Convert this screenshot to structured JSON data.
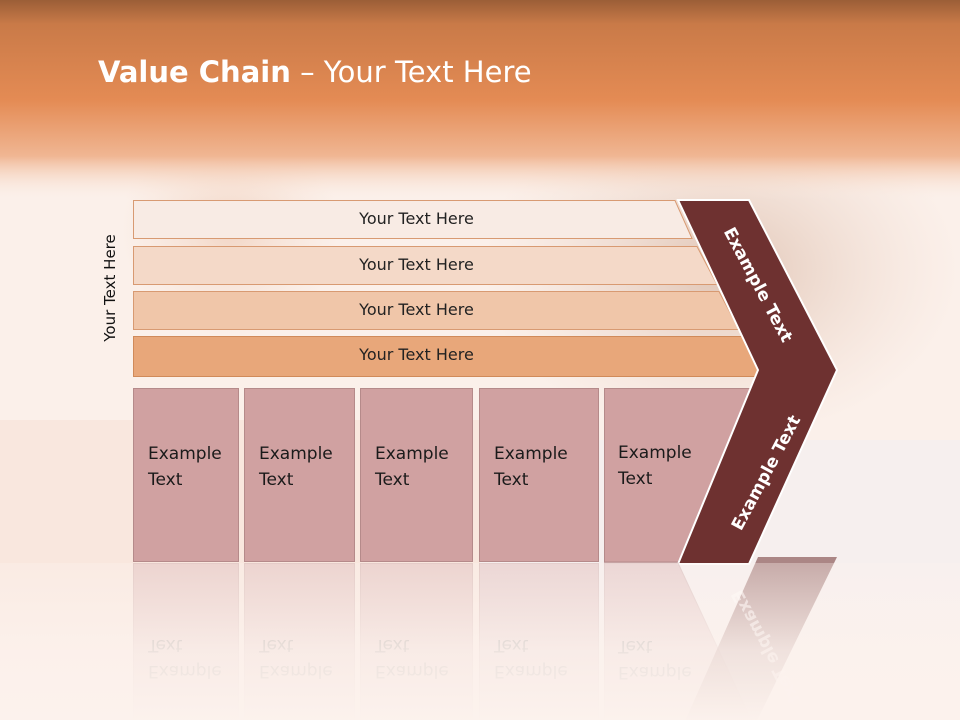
{
  "title": {
    "bold": "Value Chain",
    "rest": " – Your Text Here"
  },
  "side_label": "Your Text Here",
  "bars": [
    {
      "label": "Your Text Here",
      "color": "#f8ebe4"
    },
    {
      "label": "Your Text Here",
      "color": "#f4d9c8"
    },
    {
      "label": "Your Text Here",
      "color": "#f0c6a9"
    },
    {
      "label": "Your Text Here",
      "color": "#e8a77a"
    }
  ],
  "boxes": [
    {
      "text": "Example\nText"
    },
    {
      "text": "Example\nText"
    },
    {
      "text": "Example\nText"
    },
    {
      "text": "Example\nText"
    },
    {
      "text": "Example\nText"
    }
  ],
  "chevron": {
    "upper_text": "Example Text",
    "lower_text": "Example Text",
    "color": "#6e3130"
  },
  "colors": {
    "header_top": "#9a5c35",
    "header_mid": "#e18b54",
    "box_fill": "#d0a1a1"
  }
}
